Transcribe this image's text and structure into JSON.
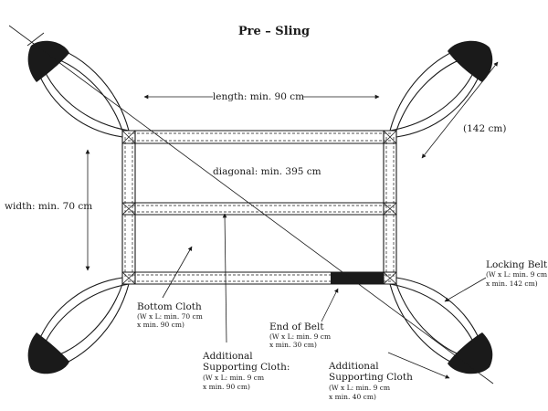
{
  "title": "Pre – Sling",
  "dimensions": {
    "length": "length: min. 90 cm",
    "width": "width: min. 70 cm",
    "diagonal": "diagonal: min. 395 cm",
    "handle_span": "(142 cm)"
  },
  "labels": {
    "bottom_cloth": {
      "name": "Bottom Cloth",
      "line1": "(W x L: min. 70 cm",
      "line2": "x min. 90 cm)"
    },
    "additional_supporting_left": {
      "name1": "Additional",
      "name2": "Supporting Cloth:",
      "line1": "(W x L: min. 9 cm",
      "line2": "x min. 90 cm)"
    },
    "end_of_belt": {
      "name": "End of Belt",
      "line1": "(W x L: min. 9 cm",
      "line2": "x min. 30 cm)"
    },
    "additional_supporting_right": {
      "name1": "Additional",
      "name2": "Supporting Cloth",
      "line1": "(W x L: min. 9 cm",
      "line2": "x min. 40 cm)"
    },
    "locking_belt": {
      "name": "Locking Belt",
      "line1": "(W x L: min. 9 cm",
      "line2": "x min. 142 cm)"
    }
  }
}
